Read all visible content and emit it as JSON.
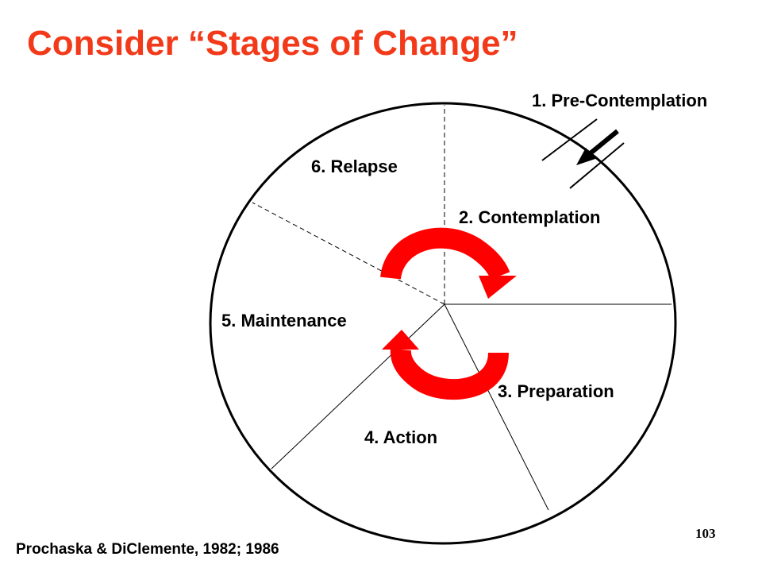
{
  "slide": {
    "title": "Consider “Stages of Change”",
    "citation": "Prochaska & DiClemente, 1982; 1986",
    "page_number": "103"
  },
  "stages": [
    {
      "label": "1. Pre-Contemplation"
    },
    {
      "label": "2. Contemplation"
    },
    {
      "label": "3. Preparation"
    },
    {
      "label": "4. Action"
    },
    {
      "label": "5. Maintenance"
    },
    {
      "label": "6. Relapse"
    }
  ],
  "colors": {
    "title": "#f23a1a",
    "cycle_arrows": "#ff0000",
    "lines": "#000000"
  }
}
